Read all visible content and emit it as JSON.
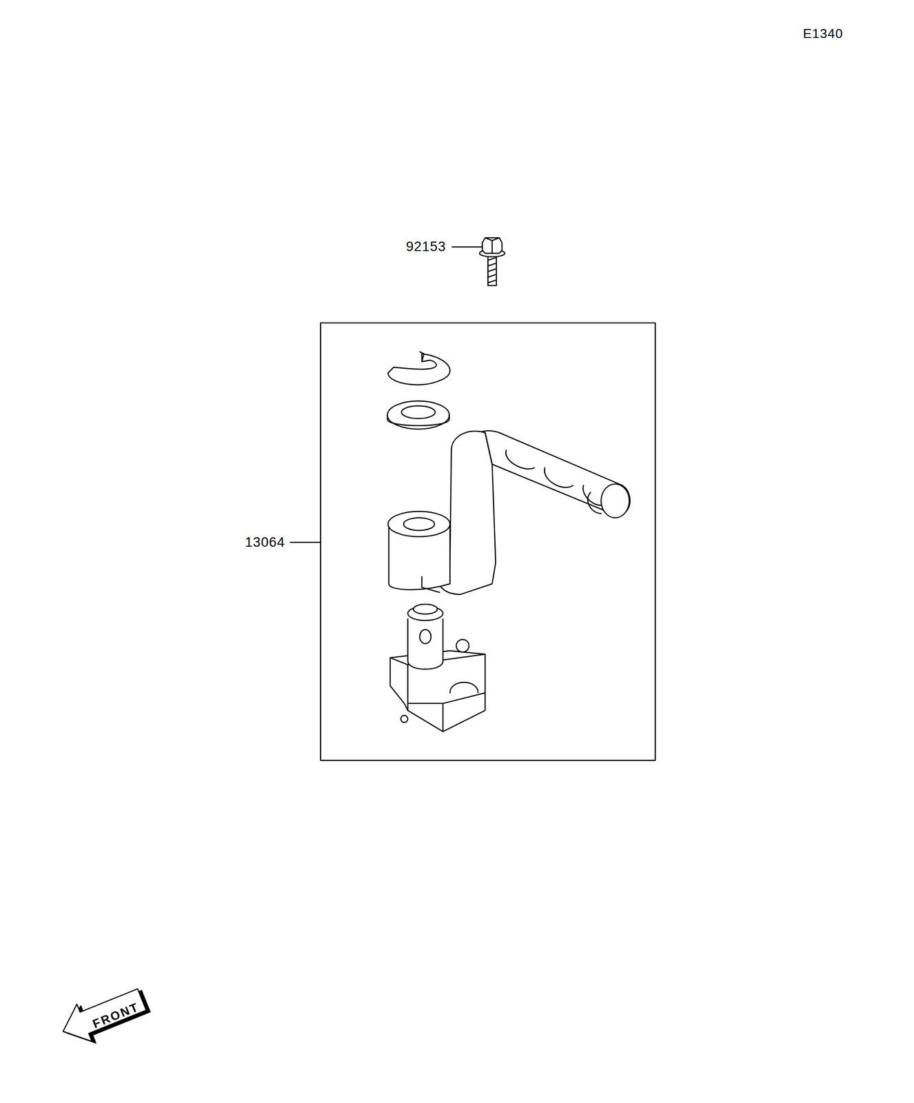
{
  "diagram": {
    "labels": [
      "E1340",
      "92153",
      "13064",
      "FRONT"
    ]
  }
}
